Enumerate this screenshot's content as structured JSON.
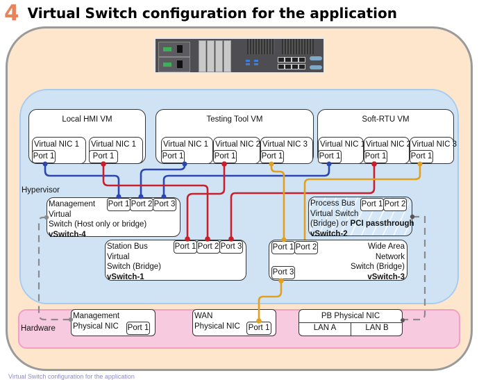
{
  "title": {
    "number": "4",
    "text": "Virtual Switch configuration for the application"
  },
  "zones": {
    "hypervisor": "Hypervisor",
    "hardware": "Hardware"
  },
  "device_image": {
    "icon": "industrial-pc-server-icon"
  },
  "vms": [
    {
      "name": "Local HMI VM",
      "nics": [
        {
          "label": "Virtual NIC 1",
          "port": "Port 1"
        },
        {
          "label": "Virtual NIC 1",
          "port": "Port 1"
        }
      ]
    },
    {
      "name": "Testing Tool VM",
      "nics": [
        {
          "label": "Virtual NIC 1",
          "port": "Port 1"
        },
        {
          "label": "Virtual NIC 2",
          "port": "Port 1"
        },
        {
          "label": "Virtual NIC 3",
          "port": "Port 1"
        }
      ]
    },
    {
      "name": "Soft-RTU VM",
      "nics": [
        {
          "label": "Virtual NIC 1",
          "port": "Port 1"
        },
        {
          "label": "Virtual NIC 2",
          "port": "Port 1"
        },
        {
          "label": "Virtual NIC 3",
          "port": "Port 1"
        }
      ]
    }
  ],
  "switches": {
    "vswitch4": {
      "lines": [
        "Management",
        "Virtual",
        "Switch (Host only or bridge)"
      ],
      "id": "vSwitch-4",
      "ports": [
        "Port 1",
        "Port 2",
        "Port 3"
      ]
    },
    "vswitch1": {
      "lines": [
        "Station Bus",
        "Virtual",
        "Switch (Bridge)"
      ],
      "id": "vSwitch-1",
      "ports": [
        "Port 1",
        "Port 2",
        "Port 3"
      ]
    },
    "vswitch2": {
      "lines": [
        "Process Bus",
        "Virtual Switch",
        "(Bridge) or "
      ],
      "bold_suffix": "PCI passthrough",
      "id": "vSwitch-2",
      "ports": [
        "Port 1",
        "Port 2"
      ]
    },
    "vswitch3": {
      "lines": [
        "Wide Area",
        "Network",
        "Switch (Bridge)"
      ],
      "id": "vSwitch-3",
      "ports": [
        "Port 1",
        "Port 2",
        "Port 3"
      ]
    }
  },
  "physical_nics": {
    "management": {
      "lines": [
        "Management",
        "Physical NIC"
      ],
      "port": "Port 1"
    },
    "wan": {
      "lines": [
        "WAN",
        "Physical NIC"
      ],
      "port": "Port 1"
    },
    "pb": {
      "title": "PB Physical NIC",
      "ports": [
        "LAN A",
        "LAN B"
      ]
    }
  },
  "colors": {
    "management": "#2b46b0",
    "station_bus": "#c8202a",
    "wan": "#e0a020",
    "physical_link": "#8a8a8a"
  },
  "caption": "Virtual Switch configuration for the application"
}
